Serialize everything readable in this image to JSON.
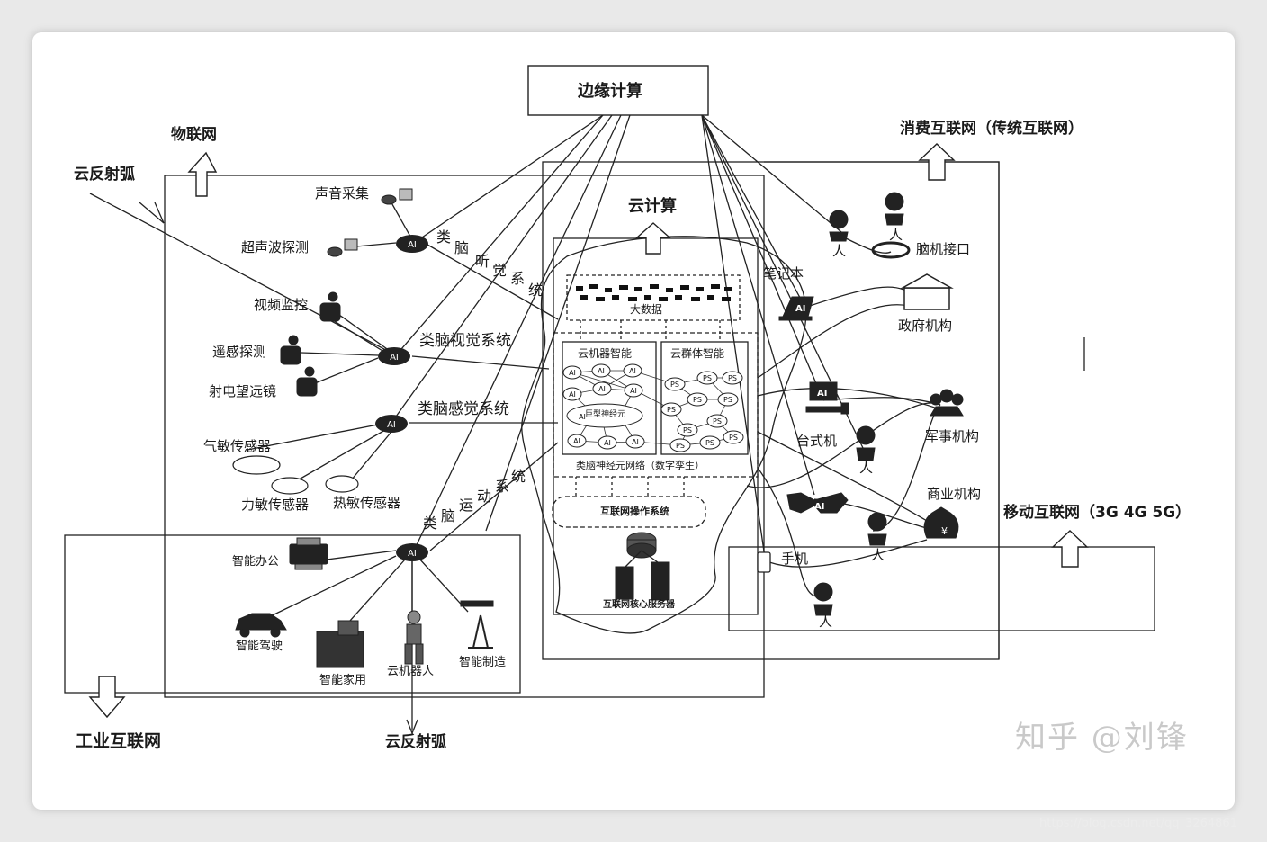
{
  "diagram": {
    "edge_computing": "边缘计算",
    "cloud_computing": "云计算",
    "iot": "物联网",
    "consumer_internet": "消费互联网（传统互联网）",
    "mobile_internet": "移动互联网（3G 4G 5G）",
    "industrial_internet": "工业互联网",
    "cloud_reflex_arc_top": "云反射弧",
    "cloud_reflex_arc_bottom": "云反射弧",
    "big_data": "大数据",
    "cloud_robot_intelligence": "云机器智能",
    "cloud_swarm_intelligence": "云群体智能",
    "ai_giant_neuron": "巨型神经元",
    "neural_network": "类脑神经元网络（数字孪生）",
    "os": "互联网操作系统",
    "core_servers": "互联网核心服务器",
    "hearing": [
      "类",
      "脑",
      "听",
      "觉",
      "系",
      "统"
    ],
    "vision": "类脑视觉系统",
    "sensory": "类脑感觉系统",
    "motor": [
      "类",
      "脑",
      "运",
      "动",
      "系",
      "统"
    ],
    "sensors": {
      "sound": "声音采集",
      "ultrasonic": "超声波探测",
      "video": "视频监控",
      "remote": "遥感探测",
      "radio_telescope": "射电望远镜",
      "gas": "气敏传感器",
      "force": "力敏传感器",
      "thermal": "热敏传感器"
    },
    "industrial": {
      "office": "智能办公",
      "driving": "智能驾驶",
      "home": "智能家用",
      "robot": "云机器人",
      "manufacturing": "智能制造"
    },
    "consumer": {
      "person": "人",
      "bci": "脑机接口",
      "laptop": "笔记本",
      "government": "政府机构",
      "desktop": "台式机",
      "military": "军事机构",
      "business": "商业机构",
      "phone": "手机"
    },
    "ai": "AI",
    "ps": "PS"
  },
  "watermark": "知乎 @刘锋",
  "url_watermark": "https://blog.csdn.net/qq_3264861"
}
